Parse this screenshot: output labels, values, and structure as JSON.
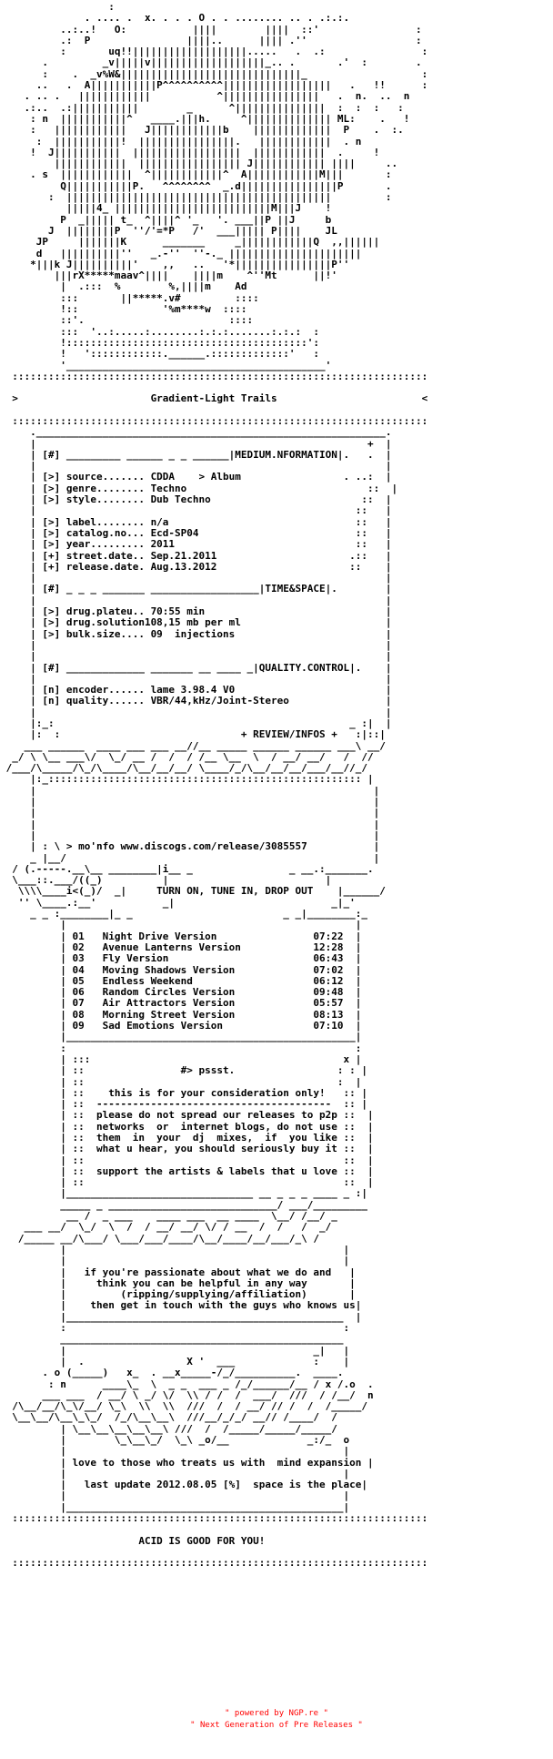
{
  "nfo_text": "                  :\n              . .... .  x. . . . O . . ........ .. . .:.:.\n          ..:..!   O:           ||||        ||||  ::'                :\n          .:  P                ||||..      |||| .''                  :\n          :       uq!!|||||||||||||||||||.....   .  .:                :\n       .         _v|||||v|||||||||||||||||||_.. .       .'  :        .\n       :    .  _v%W&||||||||||||||||||||||||||||||_                   :\n      ..   .  A|||||||||||P^^^^^^^^^^||||||||||||||||||   .   !!      :\n    . .. .   ||||||||||||           ^||||||||||||||||   .  n.  ..  n\n    .:..  .:|||||||||||        _      ^|||||||||||||||  :  :  :   :\n     : n  |||||||||||^   ____.|||h.     ^|||||||||||||| ML:    .   !\n     :   ||||||||||||   J||||||||||||b    |||||||||||||  P    .  :.\n      :  |||||||||||!  ||||||||||||||||.   ||||||||||||  . n\n     !  J|||||||||||  ||||||||||||||||||  ||||||||||||  .     !\n         ||||||||||||  ||||||||||||||||| J|||||||||||| ||||     ..\n     . s  ||||||||||||  ^||||||||||||^  A||||||||||||M|||       :\n          Q|||||||||||P.   ^^^^^^^^  _.d||||||||||||||||P       .\n        :  ||||||||||||||||||||||||||||||||||||||||||||         :\n           |||||4_ ||||||||||||||||||||||||||M|||J    !\n          P  _||||| t_  ^||||^ '_   '. ___||P ||J     b\n        J  ||||||||P  ''/'=*P   /'  ___||||| P||||    JL\n      JP     |||||||K      _______     _||||||||||||Q  ,,||||||\n      d   ||||||||||''   _.-''  ''-._ ||||||||||||||||||||||\n     *|||k J||||||||||'    ,,   ..   '*||||||||||||||||P''\n         |||rX*****maav^||||    ||||m    ^''Mt      ||!'\n          |  .:::  %        %,||||m    Ad\n          :::       ||*****.v#         ::::\n          !::              '%m****w  ::::\n          ::'.                        ::::\n          :::  '..:.....:........:.:.:.......:.:.:  :\n          !::::::::::::::::::::::::::::::::::::::::':\n          !   '::::::::::::.______.:::::::::::::'   :\n          '___________________________________________'\n  :::::::::::::::::::::::::::::::::::::::::::::::::::::::::::::::::::::\n\n  >                      Gradient-Light Trails                        <\n\n  :::::::::::::::::::::::::::::::::::::::::::::::::::::::::::::::::::::\n     .__________________________________________________________.\n     |                                                       +  |\n     | [#] _________ ______ _ _ ______|MEDIUM.NFORMATION|.   .  |\n     |                                                          |\n     | [>] source....... CDDA    > Album                 . ..:  |\n     | [>] genre........ Techno                              ::  |\n     | [>] style........ Dub Techno                         ::  |\n     |                                                     ::   |\n     | [>] label........ n/a                               ::   |\n     | [>] catalog.no... Ecd-SP04                          ::   |\n     | [>] year......... 2011                              ::   |\n     | [+] street.date.. Sep.21.2011                      .::   |\n     | [+] release.date. Aug.13.2012                      ::    |\n     |                                                          |\n     | [#] _ _ _ _______ __________________|TIME&SPACE|.        |\n     |                                                          |\n     | [>] drug.plateu.. 70:55 min                              |\n     | [>] drug.solution108,15 mb per ml                        |\n     | [>] bulk.size.... 09  injections                         |\n     |                                                          |\n     |                                                          |\n     | [#] _____________ _______ __ ____ _|QUALITY.CONTROL|.    |\n     |                                                          |\n     | [n] encoder...... lame 3.98.4 V0                         |\n     | [n] quality...... VBR/44,kHz/Joint-Stereo                |\n     |                                                          |\n     |:_:                                                 _ :|  |\n     |:  :                              + REVIEW/INFOS +   :|::|\n    ___ ______  ____ ___ ___ __//__ _____ ______ ______ ___\\ __/\n  _/ \\ \\__ ___\\/  \\_/ __ /  /  / /__ \\__  \\  / __/ __/   /  //\n /___/\\_____/\\_/\\____/\\__/__/__/ \\____/_/\\__/__/__/___/__//_/\n     |:_:::::::::::::::::::::::::::::::::::::::::::::::::::: |\n     |                                                        |\n     |                                                        |\n     |                                                        |\n     |                                                        |\n     |                                                        |\n     | : \\ > mo'nfo www.discogs.com/release/3085557           |\n     _ |__/                                                   |\n  / (.-----.__\\__ ________|i__ _                _ __.:_______.\n  \\___::.___/((_)          |                          |        \n   \\\\\\\\____i<(_)/  _|     TURN ON, TUNE IN, DROP OUT    |______/\n   '' \\____.:__'           _|                          _|_'\n     _ _ :________|_ _                         _ _|________:_\n          |                                                |\n          | 01   Night Drive Version                07:22  |\n          | 02   Avenue Lanterns Version            12:28  |\n          | 03   Fly Version                        06:43  |\n          | 04   Moving Shadows Version             07:02  |\n          | 05   Endless Weekend                    06:12  |\n          | 06   Random Circles Version             09:48  |\n          | 07   Air Attractors Version             05:57  |\n          | 08   Morning Street Version             08:13  |\n          | 09   Sad Emotions Version               07:10  |\n          |________________________________________________|\n          :                                                :\n          | :::                                          x |\n          | ::                #> pssst.                 : : |\n          | ::                                          :  |\n          | ::    this is for your consideration only!   :: |\n          | ::  ---------------------------------------  :: |\n          | ::  please do not spread our releases to p2p ::  |\n          | ::  networks  or  internet blogs, do not use ::  |\n          | ::  them  in  your  dj  mixes,  if  you like ::  |\n          | ::  what u hear, you should seriously buy it ::  |\n          | ::                                           ::  |\n          | ::  support the artists & labels that u love ::  |\n          | ::                                           ::  |\n          |_______________________________ __ _ _ _ ____ _ :|\n          _____ _ ____________________________/ ___/_________\n           __ /  _ ___    ____ ___  __ ____  \\__/ /__/ _\n    ___ __/  \\_/  \\  /  / __/ __/ \\/ / __  /  /   /  _/\n   /_____ __/\\___/ \\___/___/____/\\__/____/__/___/_\\ /\n          |                                              |\n          |                                              |\n          |   if you're passionate about what we do and   |\n          |     think you can be helpful in any way       |\n          |         (ripping/supplying/affiliation)       |\n          |    then get in touch with the guys who knows us|\n          |______________________________________________  |\n          :                                              : \n          _______________________________________________\n          |                                         _|   |\n          |  .                 X '  ___             :    |\n       . o (_____)   x_  . __x_____-/_/__________.  ____.\n        : n      ____\\_  \\  _ _  ___ _ /_/______/__ / x /.o  .\n       ___ ___  / __/ \\ _/ \\/  \\\\ / /  /  ___/  ///  / /__/  n\n  /\\__/__/\\_\\/__/ \\_\\  \\\\  \\\\  ///  /  / __/ // /  /  /_____/\n  \\__\\__/\\__\\_\\_/  /_/\\__\\__\\  ///__/_/_/ __// /____/  /\n          | \\__\\__\\__\\__\\__\\ ///  /  /_____/_____/_____/\n          |        \\_\\__\\_/  \\_\\ _o/__             _:/_  o\n          |                                              |\n          | love to those who treats us with  mind expansion |\n          |                                              |\n          |   last update 2012.08.05 [%]  space is the place|\n          |                                              |\n          |______________________________________________|\n  :::::::::::::::::::::::::::::::::::::::::::::::::::::::::::::::::::::\n\n                       ACID IS GOOD FOR YOU!\n\n  :::::::::::::::::::::::::::::::::::::::::::::::::::::::::::::::::::::",
  "footer": {
    "line1": "\" powered by NGP.re \"",
    "line2": "\" Next Generation of Pre Releases \""
  },
  "colors": {
    "text": "#000000",
    "footer": "#ff0000",
    "background": "#ffffff"
  }
}
